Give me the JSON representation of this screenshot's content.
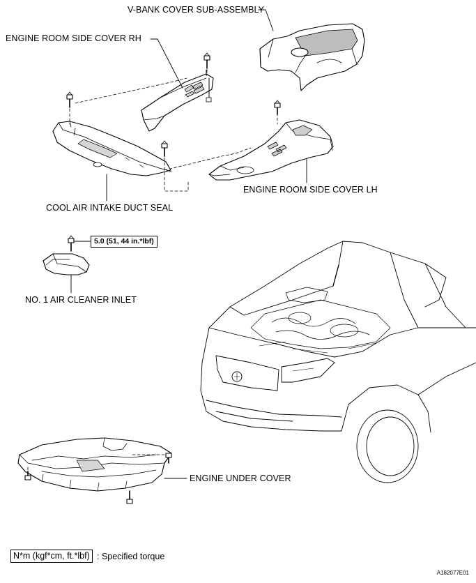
{
  "labels": {
    "v_bank_cover": "V-BANK COVER SUB-ASSEMBLY",
    "engine_room_side_cover_rh": "ENGINE ROOM SIDE COVER RH",
    "engine_room_side_cover_lh": "ENGINE ROOM SIDE COVER LH",
    "cool_air_intake_duct_seal": "COOL AIR INTAKE DUCT SEAL",
    "no1_air_cleaner_inlet": "NO. 1 AIR CLEANER INLET",
    "engine_under_cover": "ENGINE UNDER COVER"
  },
  "torque": {
    "value": "5.0 (51, 44 in.*lbf)"
  },
  "legend": {
    "units": "N*m (kgf*cm, ft.*lbf)",
    "description": ": Specified torque"
  },
  "figure_id": "A182077E01"
}
